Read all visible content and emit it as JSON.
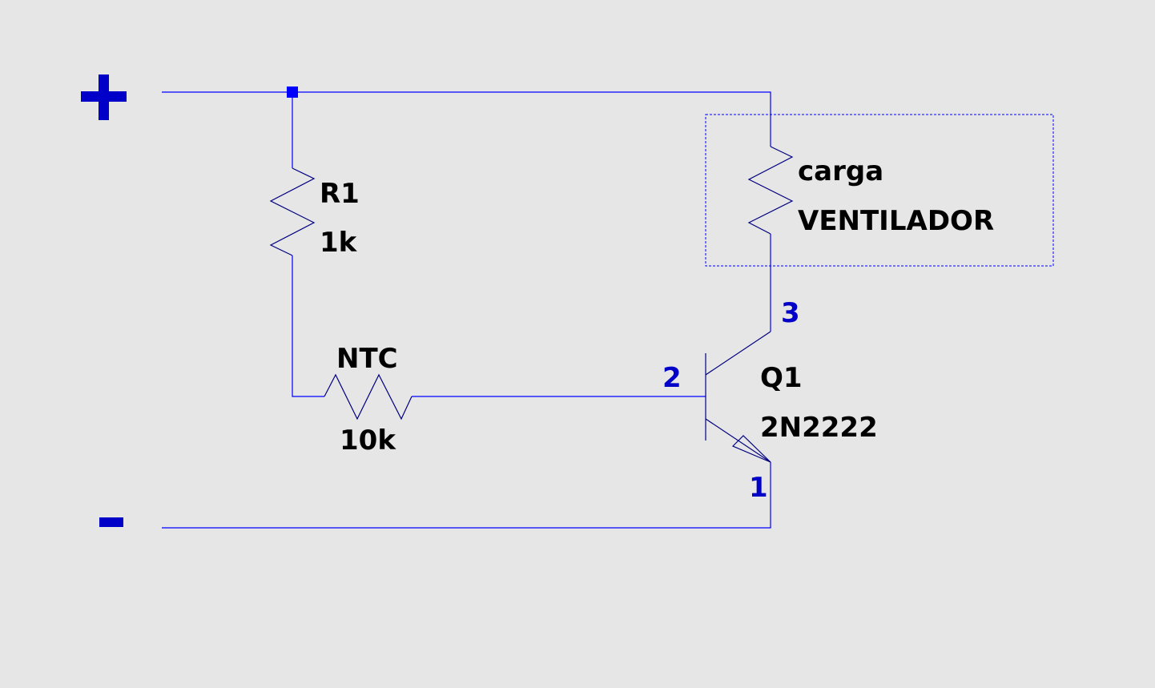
{
  "schematic": {
    "background": "#e6e6e6",
    "wire_color": "#0000ff",
    "symbol_color": "#000080",
    "pin_label_color": "#0000c8",
    "text_color": "#000000",
    "terminals": {
      "positive": "+",
      "negative": "-"
    },
    "components": {
      "r1": {
        "name": "R1",
        "value": "1k"
      },
      "ntc": {
        "name": "NTC",
        "value": "10k"
      },
      "load": {
        "name": "carga",
        "value": "VENTILADOR"
      },
      "q1": {
        "name": "Q1",
        "value": "2N2222",
        "pins": {
          "collector": "3",
          "base": "2",
          "emitter": "1"
        }
      }
    }
  }
}
